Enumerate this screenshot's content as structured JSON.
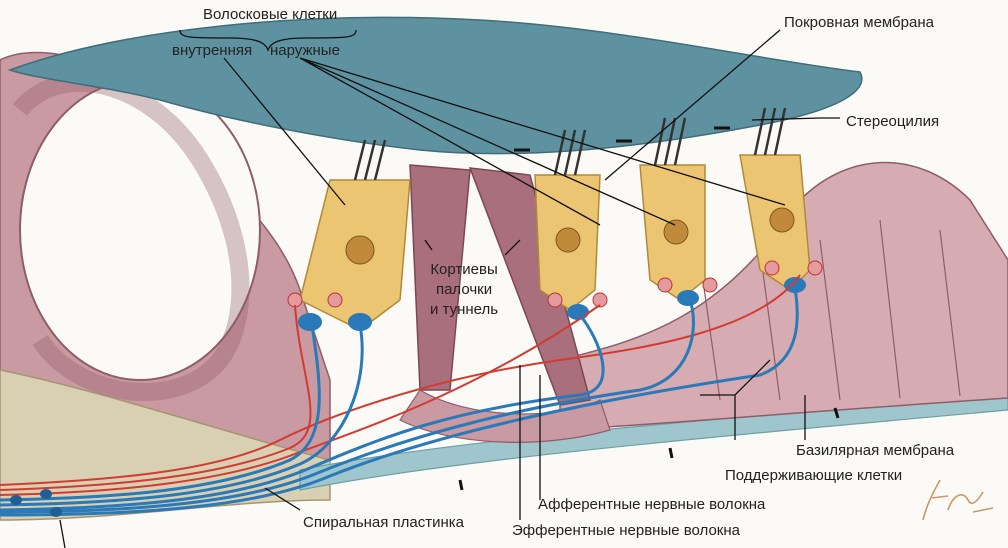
{
  "labels": {
    "hair_cells": "Волосковые клетки",
    "inner": "внутренняя",
    "outer": "наружные",
    "tectorial_membrane": "Покровная мембрана",
    "stereocilia": "Стереоцилия",
    "corti_rods": "Кортиевы\nпалочки\nи туннель",
    "basilar_membrane": "Базилярная мембрана",
    "supporting_cells": "Поддерживающие клетки",
    "afferent_fibers": "Афферентные нервные волокна",
    "efferent_fibers": "Эфферентные нервные волокна",
    "spiral_lamina": "Спиральная пластинка"
  },
  "colors": {
    "tectorial": "#5e92a0",
    "tissue": "#c99aa2",
    "tissue_dark": "#a96f7c",
    "hair_cell": "#ecc572",
    "afferent": "#2a79b8",
    "efferent": "#d23b32",
    "bone": "#d9cfb2",
    "basilar": "#9fc6cc"
  },
  "signature": "F. Netter M.D."
}
